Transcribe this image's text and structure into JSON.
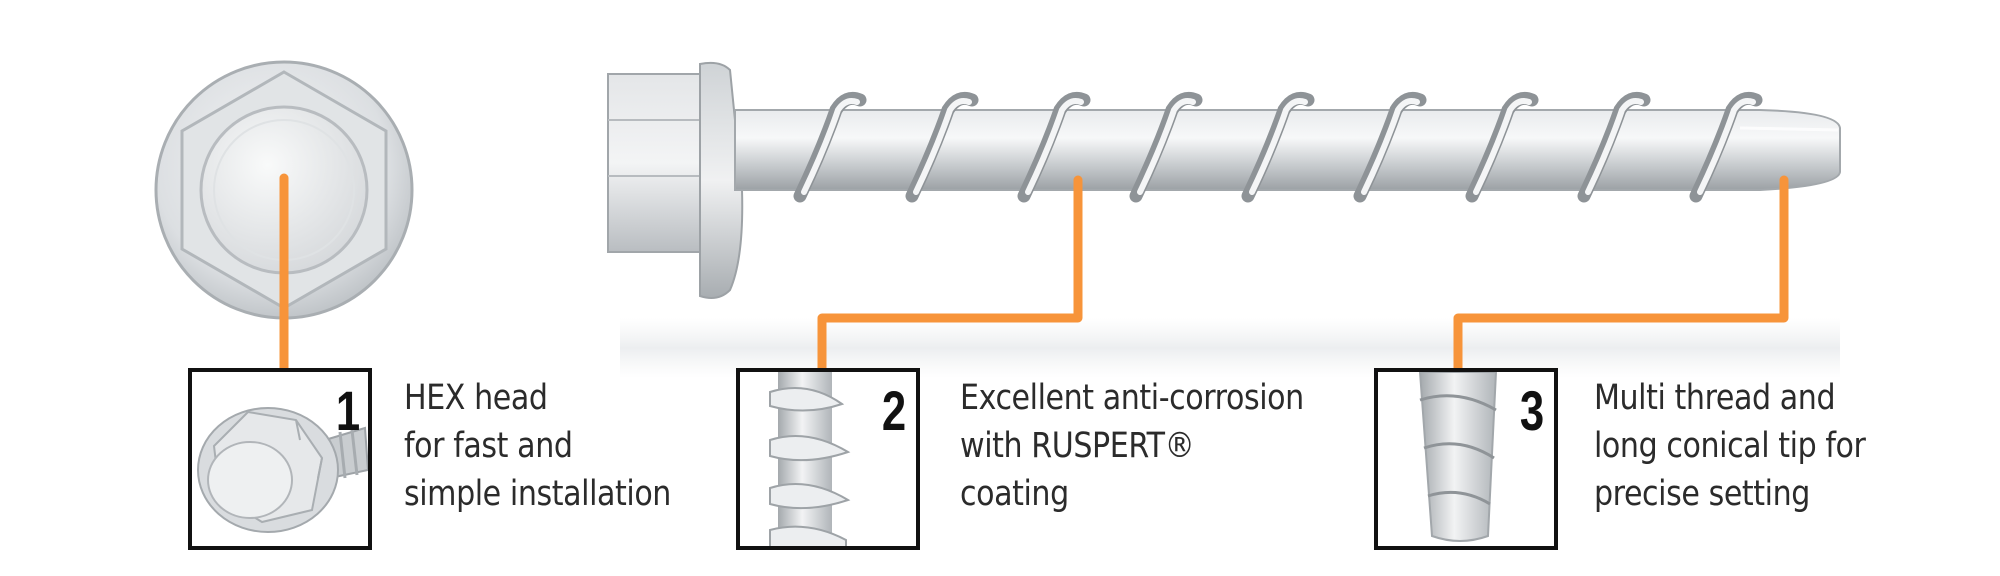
{
  "colors": {
    "accent": "#f7943a",
    "metal_light": "#e6e8ea",
    "metal_mid": "#c4c8cc",
    "metal_dark": "#8e9397",
    "frame": "#111111",
    "text": "#2b2b2b"
  },
  "features": [
    {
      "number": "1",
      "lines": [
        "HEX head",
        "for fast and",
        "simple installation"
      ]
    },
    {
      "number": "2",
      "lines": [
        "Excellent anti-corrosion",
        "with RUSPERT®",
        "coating"
      ]
    },
    {
      "number": "3",
      "lines": [
        "Multi thread and",
        "long conical tip for",
        "precise setting"
      ]
    }
  ]
}
